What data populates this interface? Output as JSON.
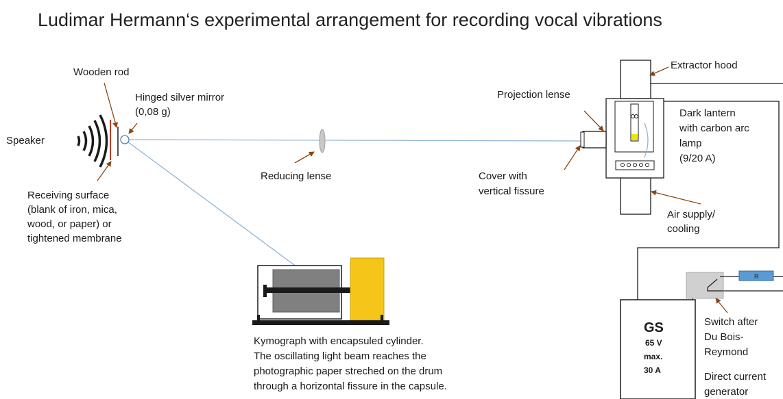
{
  "title": "Ludimar Hermann‘s experimental arrangement for recording vocal vibrations",
  "labels": {
    "wooden_rod": "Wooden rod",
    "mirror": [
      "Hinged silver mirror",
      "(0,08 g)"
    ],
    "speaker": "Speaker",
    "receiving_surface": [
      "Receiving surface",
      "(blank of iron, mica,",
      "wood, or paper) or",
      "tightened membrane"
    ],
    "reducing_lense": "Reducing lense",
    "projection_lense": "Projection lense",
    "cover": [
      "Cover with",
      "vertical fissure"
    ],
    "extractor_hood": "Extractor hood",
    "dark_lantern": [
      "Dark lantern",
      "with carbon arc",
      "lamp",
      "(9/20 A)"
    ],
    "air_supply": [
      "Air supply/",
      "cooling"
    ],
    "kymograph": [
      "Kymograph with encapsuled cylinder.",
      "The oscillating light beam reaches the",
      "photographic paper streched on the drum",
      "through a horizontal fissure in the capsule."
    ],
    "switch": [
      "Switch after",
      "Du Bois-",
      "Reymond"
    ],
    "generator_label": [
      "Direct current",
      "generator"
    ],
    "generator": [
      "GS",
      "65 V",
      "max.",
      "30 A"
    ],
    "resistor": "R"
  },
  "colors": {
    "beam": "#8fb4d6",
    "arrow": "#8b4513",
    "kymo_yellow": "#f5c518",
    "drum_gray": "#808080",
    "switch_gray": "#d0d0d0",
    "resistor_blue": "#5b9bd5",
    "speaker_red": "#c0392b",
    "lamp_yellow": "#f2e600"
  }
}
